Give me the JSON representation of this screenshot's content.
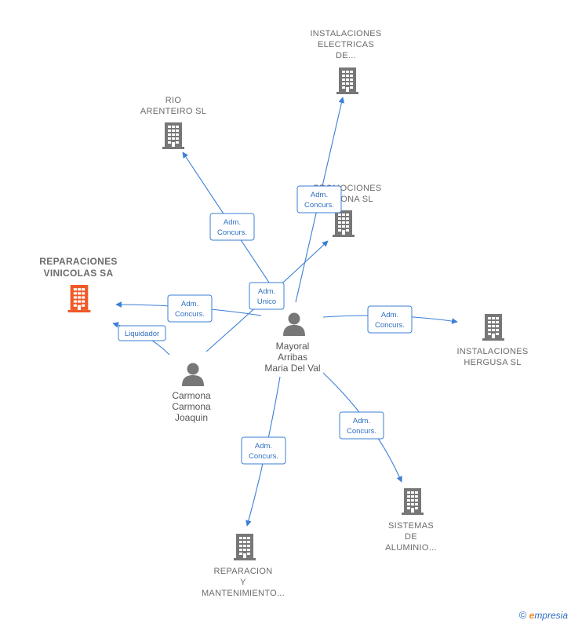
{
  "colors": {
    "edge": "#3a7fd5",
    "building": "#777777",
    "building_focus": "#f05a28",
    "person": "#777777",
    "footer_accent": "#f08a24"
  },
  "nodes": {
    "instalaciones_electricas": {
      "lines": [
        "INSTALACIONES",
        "ELECTRICAS",
        "DE..."
      ],
      "icon": "building-icon"
    },
    "rio_arenteiro": {
      "lines": [
        "RIO",
        "ARENTEIRO  SL"
      ],
      "icon": "building-icon"
    },
    "promociones": {
      "lines": [
        "PROMOCIONES",
        "...ONA SL"
      ],
      "icon": "building-icon"
    },
    "reparaciones_vinicolas": {
      "lines": [
        "REPARACIONES",
        "VINICOLAS SA"
      ],
      "icon": "building-icon"
    },
    "instalaciones_hergusa": {
      "lines": [
        "INSTALACIONES",
        "HERGUSA SL"
      ],
      "icon": "building-icon"
    },
    "sistemas_aluminio": {
      "lines": [
        "SISTEMAS",
        "DE",
        "ALUMINIO..."
      ],
      "icon": "building-icon"
    },
    "reparacion_mantenimiento": {
      "lines": [
        "REPARACION",
        "Y",
        "MANTENIMIENTO..."
      ],
      "icon": "building-icon"
    },
    "mayoral": {
      "lines": [
        "Mayoral",
        "Arribas",
        "Maria Del Val"
      ],
      "icon": "person-icon"
    },
    "carmona": {
      "lines": [
        "Carmona",
        "Carmona",
        "Joaquin"
      ],
      "icon": "person-icon"
    }
  },
  "edges": [
    {
      "id": "mayoral-rio",
      "label": [
        "Adm.",
        "Concurs."
      ]
    },
    {
      "id": "mayoral-electricas",
      "label": [
        "Adm.",
        "Concurs."
      ]
    },
    {
      "id": "mayoral-reparaciones",
      "label": [
        "Adm.",
        "Concurs."
      ]
    },
    {
      "id": "carmona-promociones",
      "label": [
        "Adm.",
        "Unico"
      ]
    },
    {
      "id": "carmona-reparaciones",
      "label": [
        "Liquidador"
      ]
    },
    {
      "id": "mayoral-hergusa",
      "label": [
        "Adm.",
        "Concurs."
      ]
    },
    {
      "id": "mayoral-sistemas",
      "label": [
        "Adm.",
        "Concurs."
      ]
    },
    {
      "id": "mayoral-reparacion",
      "label": [
        "Adm.",
        "Concurs."
      ]
    }
  ],
  "footer": {
    "copyright": "©",
    "brand_initial": "e",
    "brand_rest": "mpresia"
  }
}
